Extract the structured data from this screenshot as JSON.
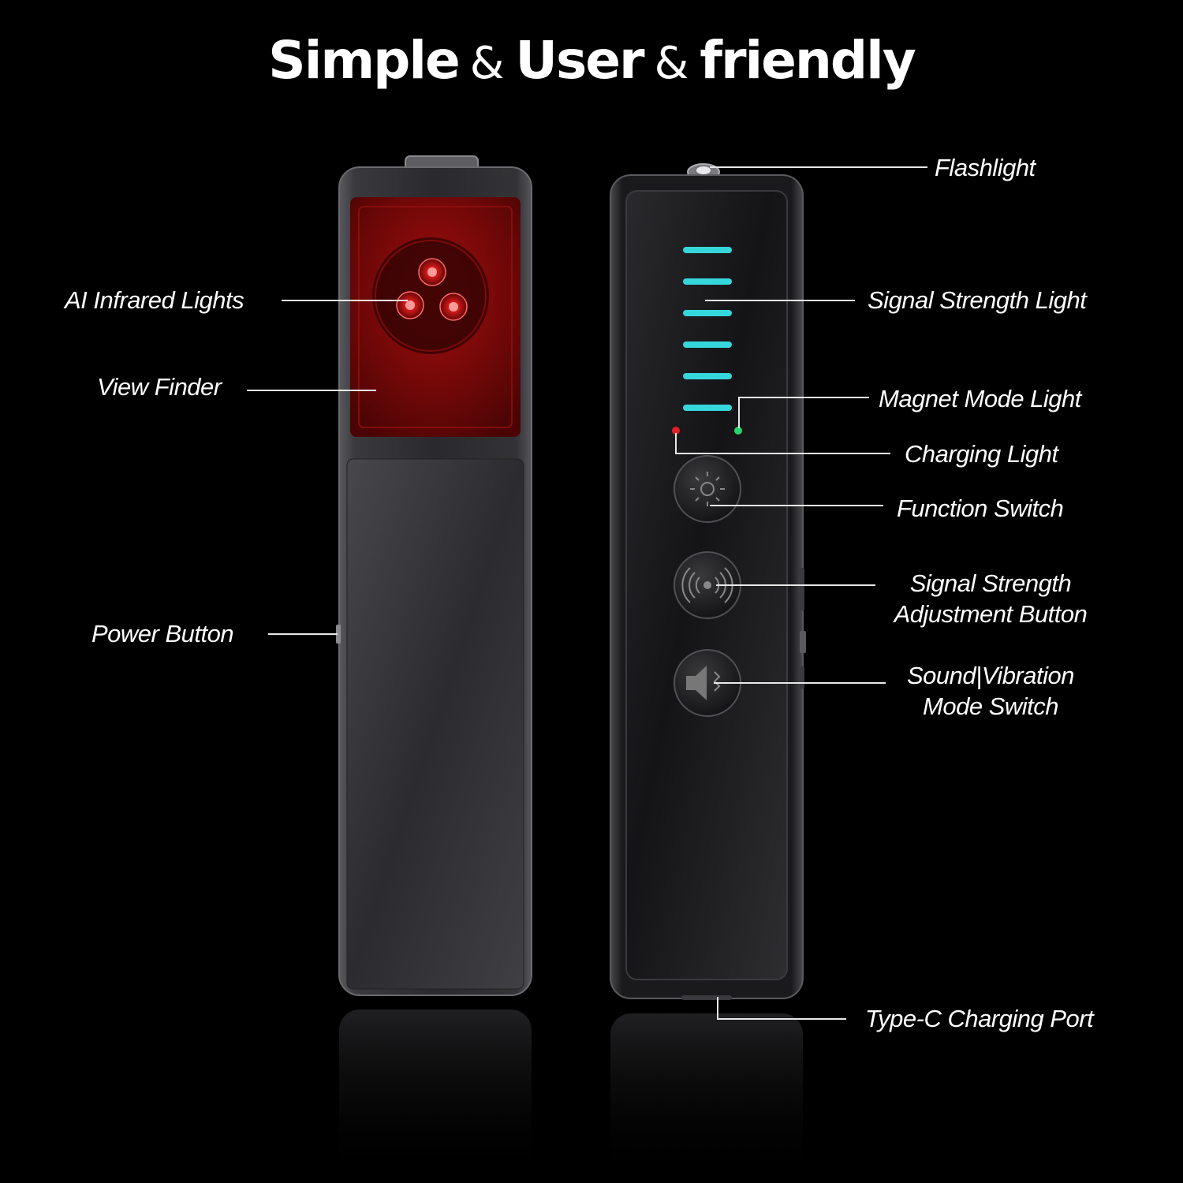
{
  "header": {
    "title_part1": "Simple",
    "amp1": "&",
    "title_part2": "User",
    "amp2": "&",
    "title_part3": "friendly"
  },
  "labels": {
    "ai_infrared_lights": "AI Infrared Lights",
    "view_finder": "View Finder",
    "power_button": "Power Button",
    "flashlight": "Flashlight",
    "signal_strength_light": "Signal Strength Light",
    "magnet_mode_light": "Magnet Mode Light",
    "charging_light": "Charging Light",
    "function_switch": "Function Switch",
    "signal_adjust_line1": "Signal Strength",
    "signal_adjust_line2": "Adjustment Button",
    "sound_switch_line1": "Sound|Vibration",
    "sound_switch_line2": "Mode Switch",
    "type_c_port": "Type-C Charging Port"
  },
  "device": {
    "signal_bar_count": 6,
    "colors": {
      "signal_bar": "#35d6dc",
      "magnet_led": "#29d46a",
      "charging_led": "#e0202a",
      "infrared_red": "#b01010"
    }
  }
}
